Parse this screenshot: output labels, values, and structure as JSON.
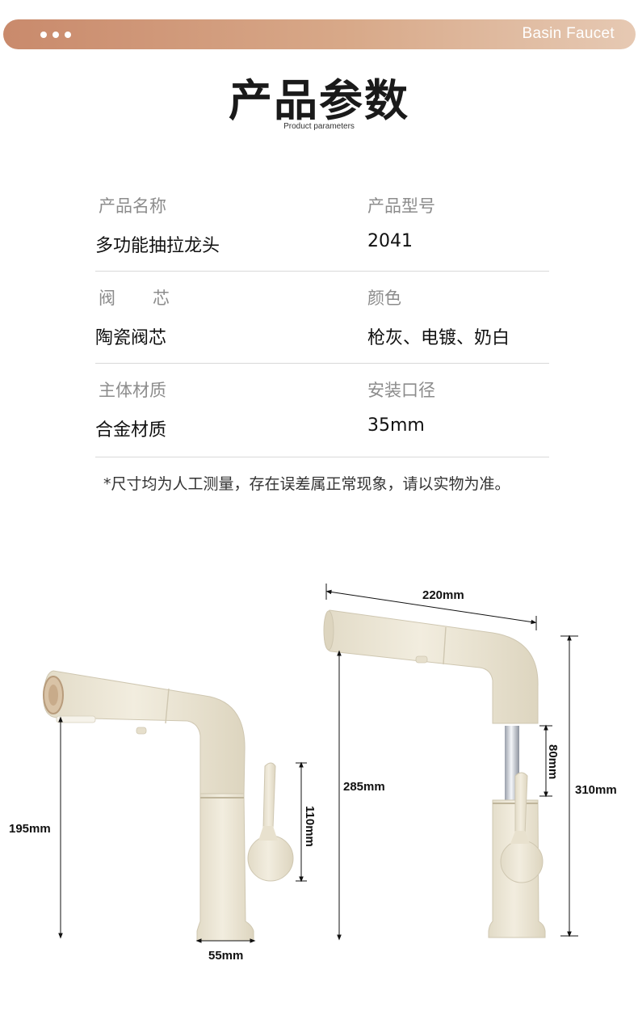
{
  "header": {
    "brand": "Basin Faucet",
    "title": "产品参数",
    "subtitle": "Product parameters"
  },
  "params": [
    {
      "label": "产品名称",
      "value": "多功能抽拉龙头"
    },
    {
      "label": "产品型号",
      "value": "2041"
    },
    {
      "label": "阀芯",
      "value": "陶瓷阀芯"
    },
    {
      "label": "颜色",
      "value": "枪灰、电镀、奶白"
    },
    {
      "label": "主体材质",
      "value": "合金材质"
    },
    {
      "label": "安装口径",
      "value": "35mm"
    }
  ],
  "note": "*尺寸均为人工测量，存在误差属正常现象，请以实物为准。",
  "dimensions": {
    "left_height": "195mm",
    "left_base": "55mm",
    "left_handle": "110mm",
    "right_spout": "220mm",
    "right_height": "285mm",
    "right_pull": "80mm",
    "right_total": "310mm"
  },
  "colors": {
    "faucet_body": "#ebe5d3",
    "accent_gradient_start": "#c98a6c",
    "accent_gradient_end": "#e6c9b3",
    "chrome": "#c8ccd4"
  }
}
